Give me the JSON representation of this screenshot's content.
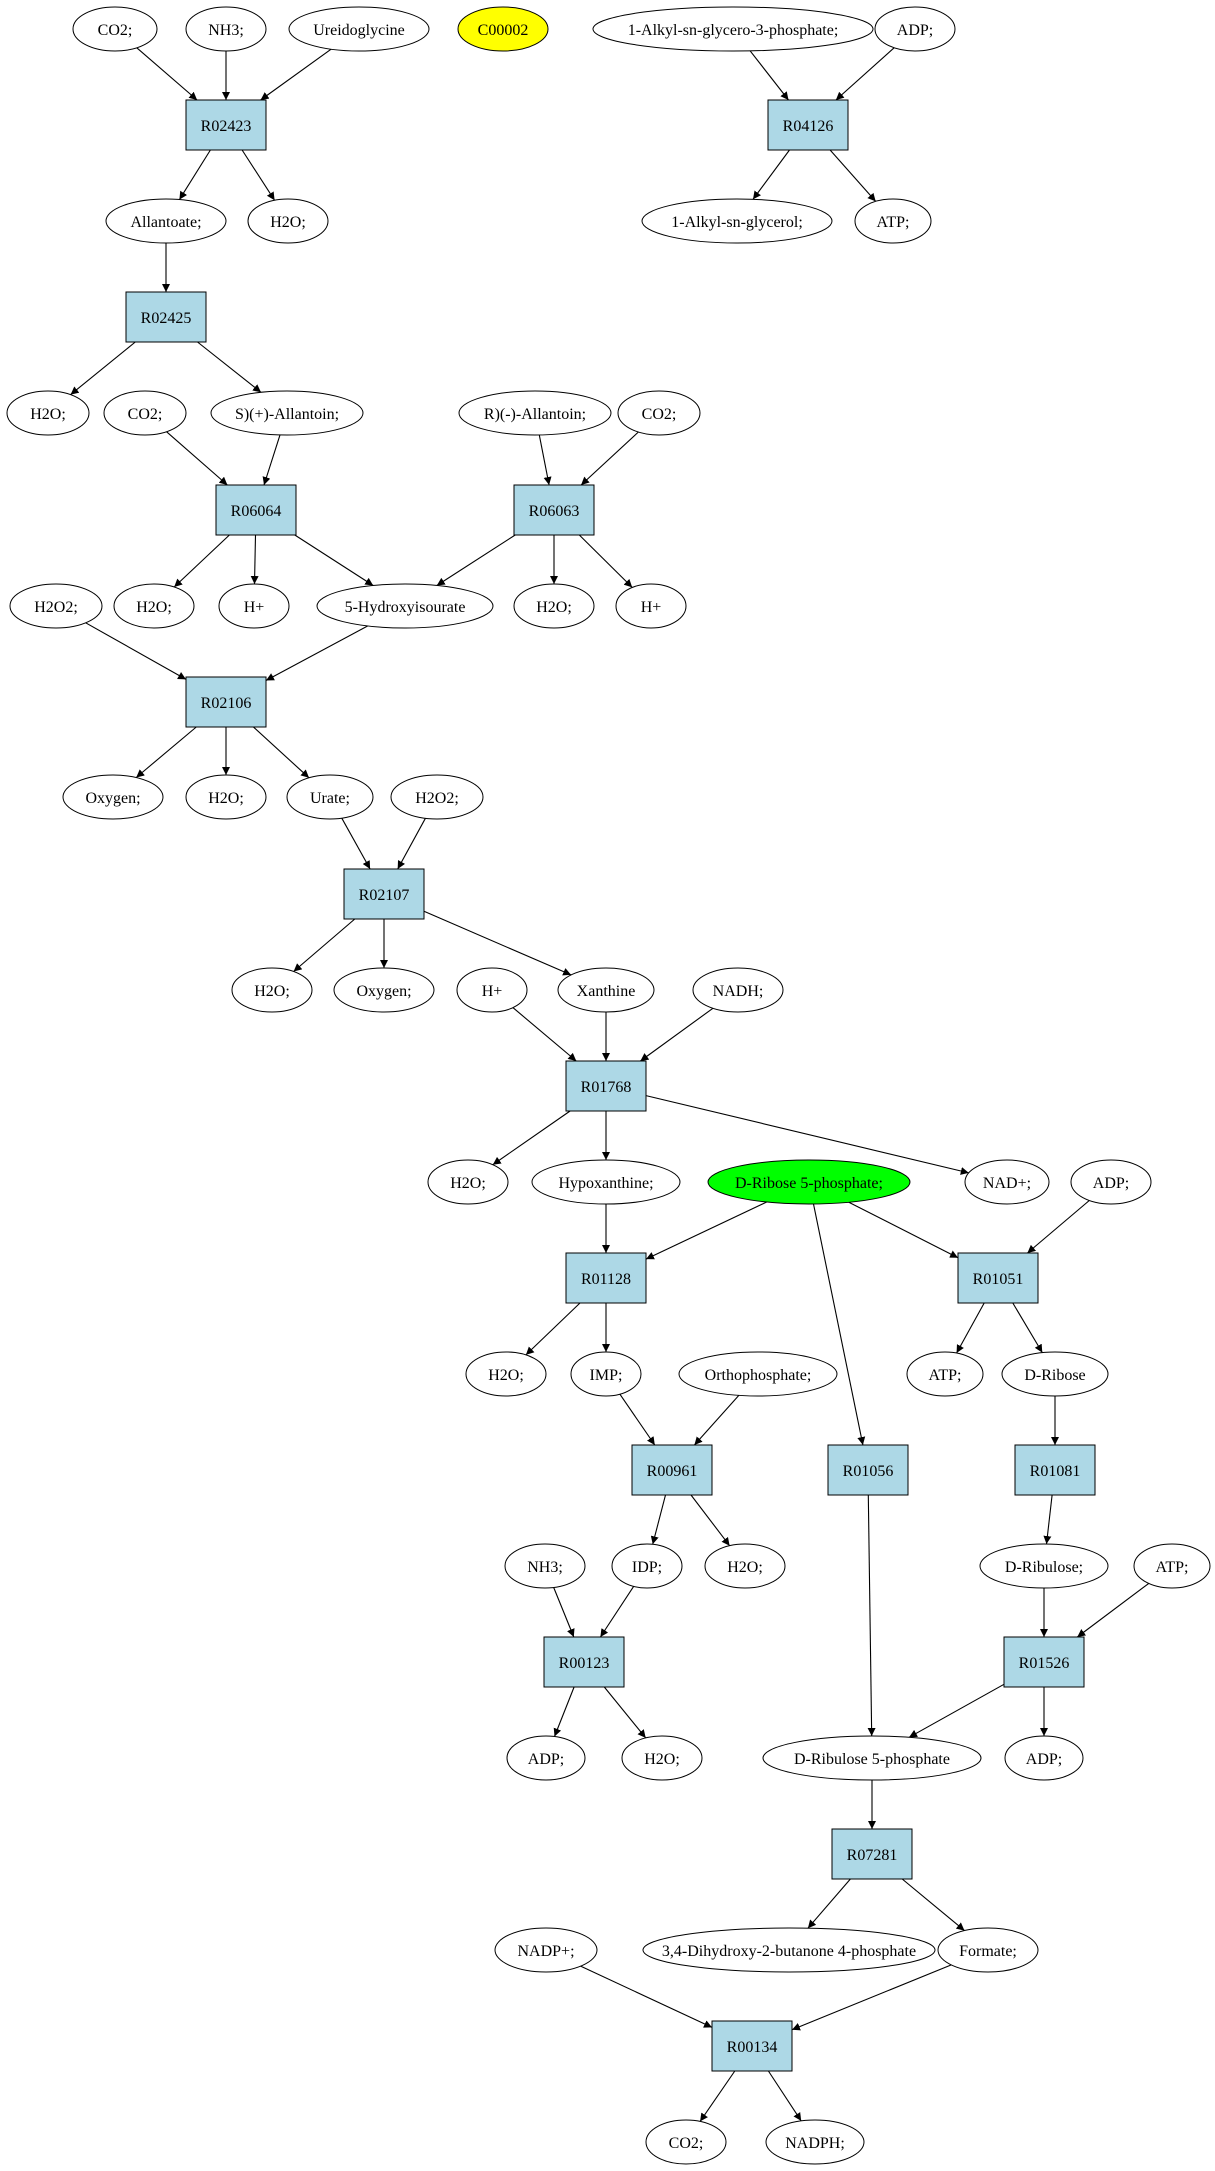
{
  "colors": {
    "reaction_fill": "#add8e6",
    "compound_fill": "#ffffff",
    "highlight_yellow": "#ffff00",
    "highlight_green": "#00ff00",
    "stroke": "#000000"
  },
  "diagram": {
    "reactions": [
      {
        "id": "r_R02423",
        "label": "R02423"
      },
      {
        "id": "r_R04126",
        "label": "R04126"
      },
      {
        "id": "r_R02425",
        "label": "R02425"
      },
      {
        "id": "r_R06064",
        "label": "R06064"
      },
      {
        "id": "r_R06063",
        "label": "R06063"
      },
      {
        "id": "r_R02106",
        "label": "R02106"
      },
      {
        "id": "r_R02107",
        "label": "R02107"
      },
      {
        "id": "r_R01768",
        "label": "R01768"
      },
      {
        "id": "r_R01128",
        "label": "R01128"
      },
      {
        "id": "r_R01051",
        "label": "R01051"
      },
      {
        "id": "r_R00961",
        "label": "R00961"
      },
      {
        "id": "r_R01056",
        "label": "R01056"
      },
      {
        "id": "r_R01081",
        "label": "R01081"
      },
      {
        "id": "r_R00123",
        "label": "R00123"
      },
      {
        "id": "r_R01526",
        "label": "R01526"
      },
      {
        "id": "r_R07281",
        "label": "R07281"
      },
      {
        "id": "r_R00134",
        "label": "R00134"
      }
    ],
    "compounds": [
      {
        "id": "c_co2_a",
        "label": "CO2;"
      },
      {
        "id": "c_nh3_a",
        "label": "NH3;"
      },
      {
        "id": "c_ureido",
        "label": "Ureidoglycine"
      },
      {
        "id": "c_c00002",
        "label": "C00002",
        "highlight": "yellow"
      },
      {
        "id": "c_alkylgp",
        "label": "1-Alkyl-sn-glycero-3-phosphate;"
      },
      {
        "id": "c_adp_a",
        "label": "ADP;"
      },
      {
        "id": "c_allantoate",
        "label": "Allantoate;"
      },
      {
        "id": "c_h2o_a",
        "label": "H2O;"
      },
      {
        "id": "c_alkylg",
        "label": "1-Alkyl-sn-glycerol;"
      },
      {
        "id": "c_atp_a",
        "label": "ATP;"
      },
      {
        "id": "c_h2o_b",
        "label": "H2O;"
      },
      {
        "id": "c_co2_b",
        "label": "CO2;"
      },
      {
        "id": "c_sallantoin",
        "label": "S)(+)-Allantoin;"
      },
      {
        "id": "c_rallantoin",
        "label": "R)(-)-Allantoin;"
      },
      {
        "id": "c_co2_c",
        "label": "CO2;"
      },
      {
        "id": "c_h2o2_a",
        "label": "H2O2;"
      },
      {
        "id": "c_h2o_c",
        "label": "H2O;"
      },
      {
        "id": "c_hplus_a",
        "label": "H+"
      },
      {
        "id": "c_5hiu",
        "label": "5-Hydroxyisourate"
      },
      {
        "id": "c_h2o_d",
        "label": "H2O;"
      },
      {
        "id": "c_hplus_b",
        "label": "H+"
      },
      {
        "id": "c_oxygen_a",
        "label": "Oxygen;"
      },
      {
        "id": "c_h2o_e",
        "label": "H2O;"
      },
      {
        "id": "c_urate",
        "label": "Urate;"
      },
      {
        "id": "c_h2o2_b",
        "label": "H2O2;"
      },
      {
        "id": "c_h2o_f",
        "label": "H2O;"
      },
      {
        "id": "c_oxygen_b",
        "label": "Oxygen;"
      },
      {
        "id": "c_hplus_c",
        "label": "H+"
      },
      {
        "id": "c_xanthine",
        "label": "Xanthine"
      },
      {
        "id": "c_nadh",
        "label": "NADH;"
      },
      {
        "id": "c_h2o_g",
        "label": "H2O;"
      },
      {
        "id": "c_hypoxanthine",
        "label": "Hypoxanthine;"
      },
      {
        "id": "c_dr5p",
        "label": "D-Ribose 5-phosphate;",
        "highlight": "green"
      },
      {
        "id": "c_nadplus",
        "label": "NAD+;"
      },
      {
        "id": "c_adp_b",
        "label": "ADP;"
      },
      {
        "id": "c_h2o_h",
        "label": "H2O;"
      },
      {
        "id": "c_imp",
        "label": "IMP;"
      },
      {
        "id": "c_ortho",
        "label": "Orthophosphate;"
      },
      {
        "id": "c_atp_b",
        "label": "ATP;"
      },
      {
        "id": "c_dribose",
        "label": "D-Ribose"
      },
      {
        "id": "c_nh3_b",
        "label": "NH3;"
      },
      {
        "id": "c_idp",
        "label": "IDP;"
      },
      {
        "id": "c_h2o_i",
        "label": "H2O;"
      },
      {
        "id": "c_dribulose",
        "label": "D-Ribulose;"
      },
      {
        "id": "c_atp_c",
        "label": "ATP;"
      },
      {
        "id": "c_adp_c",
        "label": "ADP;"
      },
      {
        "id": "c_h2o_j",
        "label": "H2O;"
      },
      {
        "id": "c_dru5p",
        "label": "D-Ribulose 5-phosphate"
      },
      {
        "id": "c_adp_d",
        "label": "ADP;"
      },
      {
        "id": "c_nadpplus",
        "label": "NADP+;"
      },
      {
        "id": "c_dhbp",
        "label": "3,4-Dihydroxy-2-butanone 4-phosphate"
      },
      {
        "id": "c_formate",
        "label": "Formate;"
      },
      {
        "id": "c_co2_d",
        "label": "CO2;"
      },
      {
        "id": "c_nadph",
        "label": "NADPH;"
      }
    ]
  }
}
